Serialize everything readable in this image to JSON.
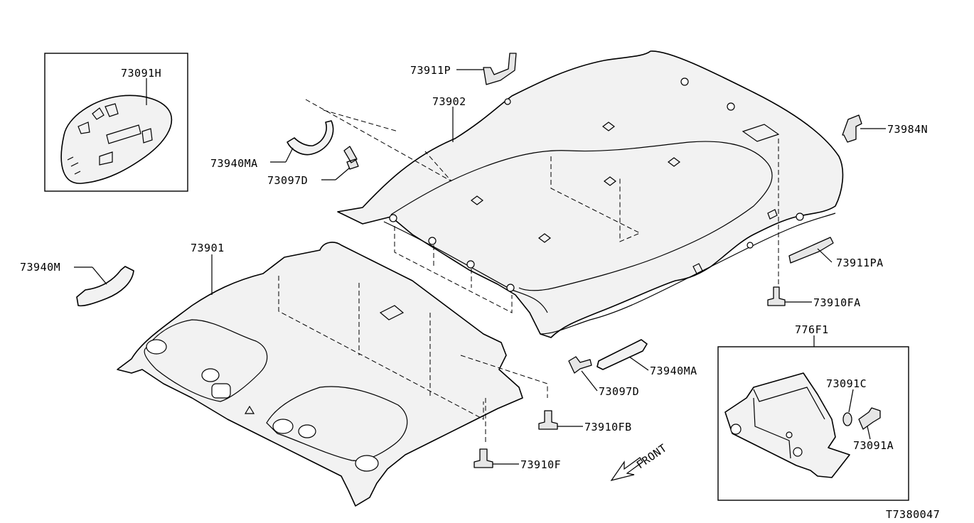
{
  "labels": {
    "l73091h": "73091H",
    "l73911p": "73911P",
    "l73902": "73902",
    "l73984n": "73984N",
    "l73940ma_top": "73940MA",
    "l73097d_top": "73097D",
    "l73901": "73901",
    "l73940m": "73940M",
    "l73911pa": "73911PA",
    "l73910fa": "73910FA",
    "l776f1": "776F1",
    "l73940ma_bottom": "73940MA",
    "l73097d_bottom": "73097D",
    "l73091c": "73091C",
    "l73091a": "73091A",
    "l73910fb": "73910FB",
    "l73910f": "73910F",
    "front": "FRONT",
    "diagram_id": "T7380047"
  }
}
